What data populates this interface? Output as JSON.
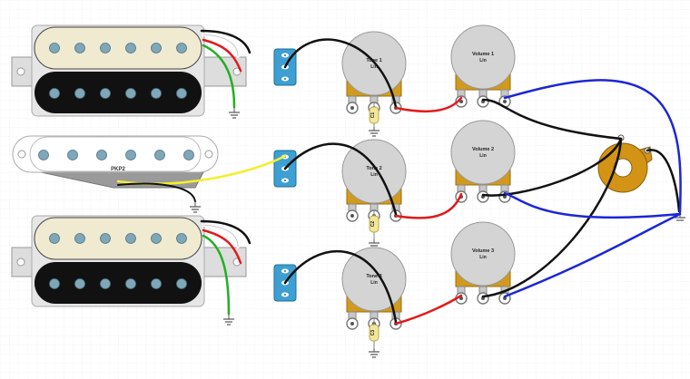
{
  "labels": {
    "tone1": "Tone 1",
    "tone2": "Tone 2",
    "tone3": "Tone 3",
    "vol1": "Volume 1",
    "vol2": "Volume 2",
    "vol3": "Volume 3",
    "taper": "Lin",
    "pickup_mid": "PKP2",
    "cap1": "C1",
    "cap2": "C2",
    "cap3": "C3"
  },
  "colors": {
    "grid": "#eeeeee",
    "cream": "#f0ead0",
    "black": "#111111",
    "pole": "#7fa7b8",
    "pot": "#d4d4d4",
    "pot_base": "#d29a1c",
    "switch_blue": "#3d9fd2",
    "cap": "#f1e79a",
    "jack_orange": "#d39315",
    "wire_black": "#111111",
    "wire_red": "#e01b1b",
    "wire_blue": "#1d26d6",
    "wire_green": "#22b022",
    "wire_yellow": "#f4ef2e",
    "wire_white": "#ffffff"
  }
}
